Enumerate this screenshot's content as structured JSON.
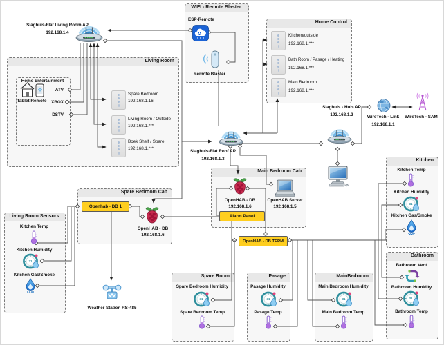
{
  "aps": {
    "living": {
      "name": "Slaghuis-Flat Living Room AP",
      "ip": "192.168.1.4"
    },
    "roof": {
      "name": "Slaghuis-Flat Roof AP",
      "ip": "192.168.1.3"
    },
    "huis": {
      "name": "Slaghuis - Huis AP",
      "ip": "192.168.1.2"
    }
  },
  "wiretech": {
    "link": {
      "name": "WireTech - Link",
      "ip": "192.168.1.1"
    },
    "sam": {
      "name": "WireTech - SAM"
    }
  },
  "wifi_blaster": {
    "title": "WIFI - Remote Blaster",
    "esp": "ESP-Remote",
    "blaster": "Remote Blaster"
  },
  "home_control": {
    "title": "Home Control",
    "devices": [
      {
        "name": "Kitchen/outside",
        "ip": "192.168.1.***"
      },
      {
        "name": "Bath Room / Pasage / Heating",
        "ip": "192.168.1.***"
      },
      {
        "name": "Main Bedroom",
        "ip": "192.168.1.***"
      }
    ]
  },
  "living_room": {
    "title": "Living Room",
    "entertainment": "Home Entertainment",
    "tablet": "Tablet Remote",
    "sources": [
      "ATV",
      "XBOX",
      "DSTV"
    ],
    "devices": [
      {
        "name": "Spare Bedroom",
        "ip": "192.168.1.16"
      },
      {
        "name": "Living Room / Outside",
        "ip": "192.168.1.***"
      },
      {
        "name": "Boek Shelf / Spare",
        "ip": "192.168.1.***"
      }
    ]
  },
  "main_bedroom_cab": {
    "title": "Main Bedroom Cab",
    "db": {
      "name": "OpenHAB - DB",
      "ip": "192.168.1.6"
    },
    "server": {
      "name": "OpenHAB Server",
      "ip": "192.168.1.5"
    },
    "alarm": "Alarm Panel"
  },
  "spare_bedroom_cab": {
    "title": "Spare Bedroom Cab",
    "db1": "Openhab - DB 1",
    "db": {
      "name": "OpenHAB - DB",
      "ip": "192.168.1.6"
    }
  },
  "db_term": "OpenHAB - DB TERM",
  "weather": "Weather Station RS-485",
  "living_room_sensors": {
    "title": "Living Room Sensors",
    "items": [
      "Kitchen Temp",
      "Kitchen Humidity",
      "Kitchen Gas/Smoke"
    ]
  },
  "spare_room": {
    "title": "Spare Room",
    "humidity": "Spare Bedroom Humidity",
    "temp": "Spare Bedroom Temp"
  },
  "pasage": {
    "title": "Pasage",
    "humidity": "Pasage Humidity",
    "temp": "Pasage Temp"
  },
  "mainbedroom": {
    "title": "MainBedroom",
    "humidity": "Main Bedroom Humidity",
    "temp": "Main Bedroom Temp"
  },
  "kitchen": {
    "title": "Kitchen",
    "items": [
      "Kitchen Temp",
      "Kitchen Humidity",
      "Kitchen Gas/Smoke"
    ]
  },
  "bathroom": {
    "title": "Bathroom",
    "items": [
      "Bathroom Vent",
      "Bathroom Humidity",
      "Bathroom Temp"
    ]
  },
  "gauge_value": "31",
  "colors": {
    "accent_yellow": "#ffce1f",
    "line": "#555555",
    "wifi_blue": "#6fb7e8"
  }
}
